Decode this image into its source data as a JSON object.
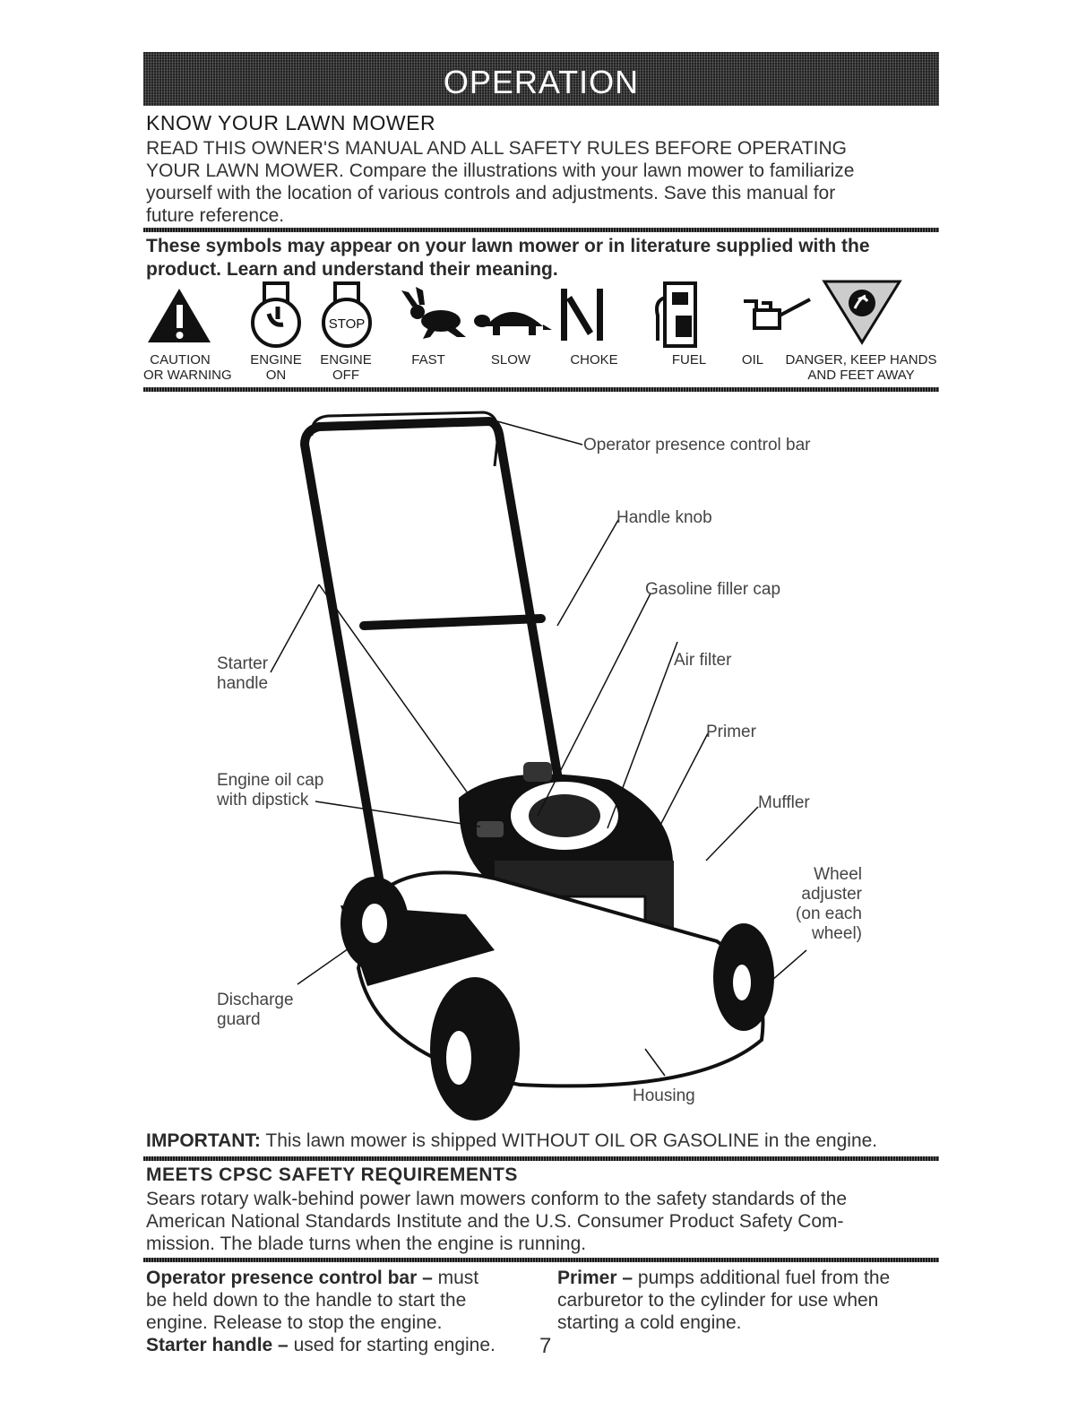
{
  "header": {
    "title": "OPERATION"
  },
  "know": {
    "heading": "KNOW YOUR LAWN MOWER",
    "lines": [
      "READ THIS OWNER'S MANUAL AND ALL SAFETY RULES BEFORE OPERATING",
      "YOUR LAWN MOWER. Compare the illustrations with your lawn mower to familiarize",
      "yourself with the location of various controls and adjustments. Save this manual for",
      "future reference."
    ]
  },
  "symbols": {
    "intro_lines": [
      "These symbols may appear on your lawn mower or in literature supplied with the",
      "product. Learn and understand their meaning."
    ],
    "items": [
      {
        "icon": "caution-triangle-icon",
        "label": "CAUTION\nOR WARNING"
      },
      {
        "icon": "engine-on-icon",
        "label": "ENGINE\nON"
      },
      {
        "icon": "engine-off-icon",
        "label": "ENGINE\nOFF"
      },
      {
        "icon": "rabbit-icon",
        "label": "FAST"
      },
      {
        "icon": "turtle-icon",
        "label": "SLOW"
      },
      {
        "icon": "choke-icon",
        "label": "CHOKE"
      },
      {
        "icon": "fuel-pump-icon",
        "label": "FUEL"
      },
      {
        "icon": "oil-can-icon",
        "label": "OIL"
      },
      {
        "icon": "keep-hands-away-icon",
        "label": "DANGER, KEEP HANDS\nAND FEET AWAY"
      }
    ]
  },
  "diagram": {
    "callouts": {
      "presence_bar": "Operator presence control bar",
      "handle_knob": "Handle knob",
      "filler_cap": "Gasoline filler cap",
      "air_filter": "Air filter",
      "primer": "Primer",
      "muffler": "Muffler",
      "wheel_adjuster": "Wheel\nadjuster\n(on each\nwheel)",
      "starter_handle": "Starter\nhandle",
      "oil_cap": "Engine oil cap\nwith dipstick",
      "discharge_guard": "Discharge\nguard",
      "housing": "Housing"
    }
  },
  "important": {
    "label": "IMPORTANT:",
    "text": " This lawn mower is shipped WITHOUT OIL OR GASOLINE in the engine."
  },
  "cpsc": {
    "heading": "MEETS CPSC SAFETY REQUIREMENTS",
    "lines": [
      "Sears rotary walk-behind power lawn mowers conform to the safety standards of the",
      "American National Standards Institute and the U.S. Consumer Product Safety Com-",
      "mission. The blade turns when the engine is running."
    ]
  },
  "definitions": {
    "presence_term": "Operator presence control bar –",
    "presence_lines": [
      " must",
      "be held down to the handle to start the",
      "engine. Release to stop the engine."
    ],
    "starter_term": "Starter handle –",
    "starter_text": " used for starting engine.",
    "primer_term": "Primer –",
    "primer_lines": [
      " pumps additional fuel from the",
      "carburetor to the cylinder for use when",
      "starting a cold engine."
    ]
  },
  "page_number": "7"
}
